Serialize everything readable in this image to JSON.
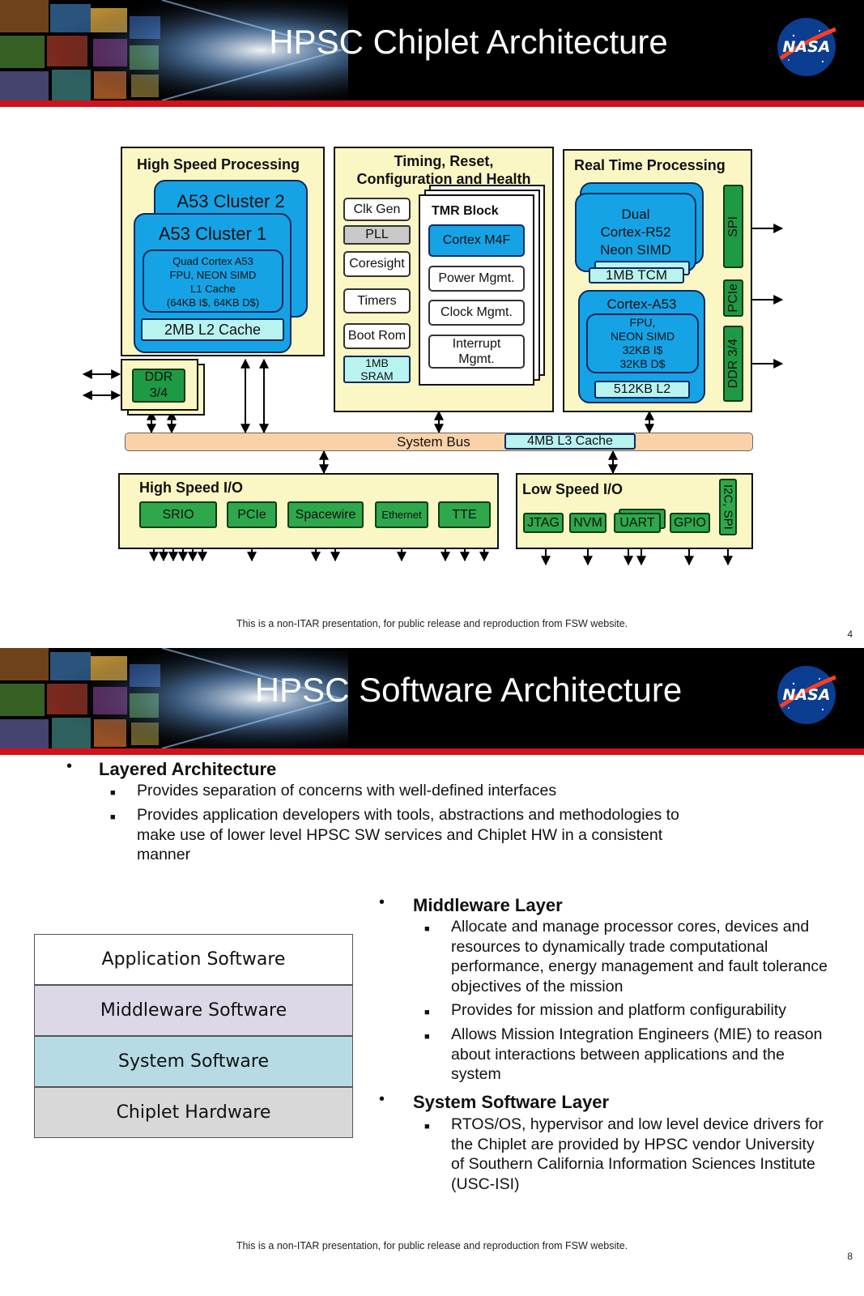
{
  "slide1": {
    "title": "HPSC Chiplet Architecture",
    "logo_text": "NASA",
    "footer": "This is a non-ITAR presentation, for public release and reproduction from FSW website.",
    "page_number": "4",
    "hsp": {
      "title": "High Speed Processing",
      "cluster2": "A53 Cluster 2",
      "cluster1": "A53 Cluster 1",
      "core_lines": [
        "Quad Cortex A53",
        "FPU, NEON SIMD",
        "L1 Cache",
        "(64KB I$, 64KB D$)"
      ],
      "l2": "2MB L2 Cache"
    },
    "trch": {
      "title_lines": [
        "Timing, Reset,",
        "Configuration and Health"
      ],
      "items": [
        "Clk Gen",
        "PLL",
        "Coresight",
        "Timers",
        "Boot Rom"
      ],
      "sram_lines": [
        "1MB",
        "SRAM"
      ],
      "tmr_title": "TMR Block",
      "tmr_items": [
        "Cortex M4F",
        "Power Mgmt.",
        "Clock Mgmt."
      ],
      "interrupt_lines": [
        "Interrupt",
        "Mgmt."
      ]
    },
    "rtp": {
      "title": "Real Time Processing",
      "r52_lines": [
        "Dual",
        "Cortex-R52",
        "Neon SIMD"
      ],
      "tcm": "1MB TCM",
      "a53_title": "Cortex-A53",
      "a53_lines": [
        "FPU,",
        "NEON SIMD",
        "32KB I$",
        "32KB D$"
      ],
      "l2": "512KB L2",
      "side_ports": [
        "SPI",
        "PCIe",
        "DDR 3/4"
      ]
    },
    "ddr_lines": [
      "DDR",
      "3/4"
    ],
    "system_bus": "System Bus",
    "l3": "4MB L3 Cache",
    "hsio": {
      "title": "High Speed I/O",
      "ports": [
        "SRIO",
        "PCIe",
        "Spacewire",
        "Ethernet",
        "TTE"
      ]
    },
    "lsio": {
      "title": "Low Speed I/O",
      "ports": [
        "JTAG",
        "NVM",
        "UART",
        "GPIO"
      ],
      "side_port": "I2C, SPI"
    }
  },
  "slide2": {
    "title": "HPSC Software Architecture",
    "logo_text": "NASA",
    "footer": "This is a non-ITAR presentation, for public release and reproduction from FSW website.",
    "page_number": "8",
    "layered": {
      "heading": "Layered Architecture",
      "points": [
        "Provides separation of concerns with well-defined interfaces",
        "Provides application developers with tools, abstractions and methodologies to make use of lower level HPSC SW services and Chiplet HW in a consistent manner"
      ]
    },
    "stack": [
      {
        "label": "Application Software",
        "color": "#ffffff"
      },
      {
        "label": "Middleware Software",
        "color": "#dcd8e8"
      },
      {
        "label": "System Software",
        "color": "#b6dbe4"
      },
      {
        "label": "Chiplet Hardware",
        "color": "#d8d8d8"
      }
    ],
    "middleware": {
      "heading": "Middleware Layer",
      "points": [
        "Allocate and manage processor cores, devices and resources to dynamically trade computational performance, energy management and fault tolerance objectives of the mission",
        "Provides for mission and platform configurability",
        "Allows Mission Integration Engineers (MIE) to reason about interactions between applications and the system"
      ]
    },
    "system_sw": {
      "heading": "System Software Layer",
      "points": [
        "RTOS/OS, hypervisor and low level device drivers for the Chiplet are provided by HPSC vendor University of Southern California Information Sciences Institute (USC-ISI)"
      ]
    }
  },
  "colors": {
    "banner": "#000000",
    "accent_red": "#d0121c",
    "panel_yellow": "#fbf7c4",
    "core_blue": "#16a3e6",
    "cache_cyan": "#b9f3f0",
    "port_green": "#1f9a44",
    "bus_orange": "#fbd2a8"
  }
}
